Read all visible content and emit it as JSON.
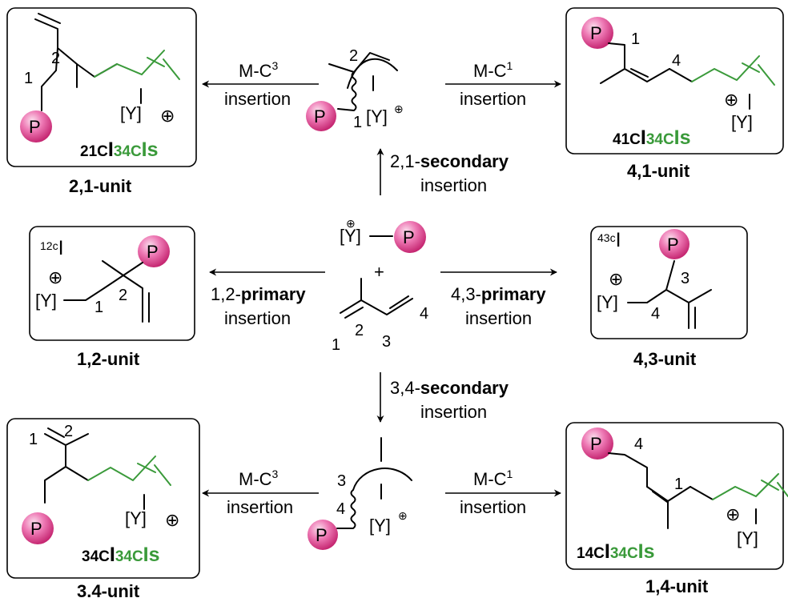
{
  "center": {
    "top_y": "[Y]",
    "top_p": "P",
    "plus": "+",
    "atoms": [
      "1",
      "2",
      "3",
      "4"
    ]
  },
  "arrows": {
    "up": {
      "a": "2,1-",
      "b": "secondary",
      "c": "insertion"
    },
    "down": {
      "a": "3,4-",
      "b": "secondary",
      "c": "insertion"
    },
    "left": {
      "a": "1,2-",
      "b": "primary",
      "c": "insertion"
    },
    "right": {
      "a": "4,3-",
      "b": "primary",
      "c": "insertion"
    },
    "ul": {
      "a": "M-C",
      "sup": "3",
      "c": "insertion"
    },
    "ur": {
      "a": "M-C",
      "sup": "1",
      "c": "insertion"
    },
    "ll": {
      "a": "M-C",
      "sup": "3",
      "c": "insertion"
    },
    "lr": {
      "a": "M-C",
      "sup": "1",
      "c": "insertion"
    }
  },
  "allyl_top": {
    "n1": "1",
    "n2": "2",
    "y": "[Y]",
    "p": "P",
    "plus": "⊕"
  },
  "allyl_bot": {
    "n3": "3",
    "n4": "4",
    "y": "[Y]",
    "p": "P",
    "plus": "⊕"
  },
  "units": {
    "u21": {
      "label": "2,1-unit",
      "n1": "1",
      "n2": "2",
      "y": "[Y]",
      "plus": "⊕",
      "p": "P",
      "tact": {
        "pre": "21C",
        "I1": "I",
        "mid": "34C",
        "I2": "I",
        "s": "s"
      }
    },
    "u41": {
      "label": "4,1-unit",
      "n1": "1",
      "n4": "4",
      "y": "[Y]",
      "plus": "⊕",
      "p": "P",
      "tact": {
        "pre": "41C",
        "I1": "I",
        "mid": "34C",
        "I2": "I",
        "s": "s"
      }
    },
    "u12": {
      "label": "1,2-unit",
      "n1": "1",
      "n2": "2",
      "y": "[Y]",
      "plus": "⊕",
      "p": "P",
      "tact": {
        "pre": "12c",
        "I1": "I"
      }
    },
    "u43": {
      "label": "4,3-unit",
      "n3": "3",
      "n4": "4",
      "y": "[Y]",
      "plus": "⊕",
      "p": "P",
      "tact": {
        "pre": "43c",
        "I1": "I"
      }
    },
    "u34": {
      "label": "3.4-unit",
      "n1": "1",
      "n2": "2",
      "y": "[Y]",
      "plus": "⊕",
      "p": "P",
      "tact": {
        "pre": "34C",
        "I1": "I",
        "mid": "34C",
        "I2": "I",
        "s": "s"
      }
    },
    "u14": {
      "label": "1,4-unit",
      "n1": "1",
      "n4": "4",
      "y": "[Y]",
      "plus": "⊕",
      "p": "P",
      "tact": {
        "pre": "14C",
        "I1": "I",
        "mid": "34C",
        "I2": "I",
        "s": "s"
      }
    }
  }
}
